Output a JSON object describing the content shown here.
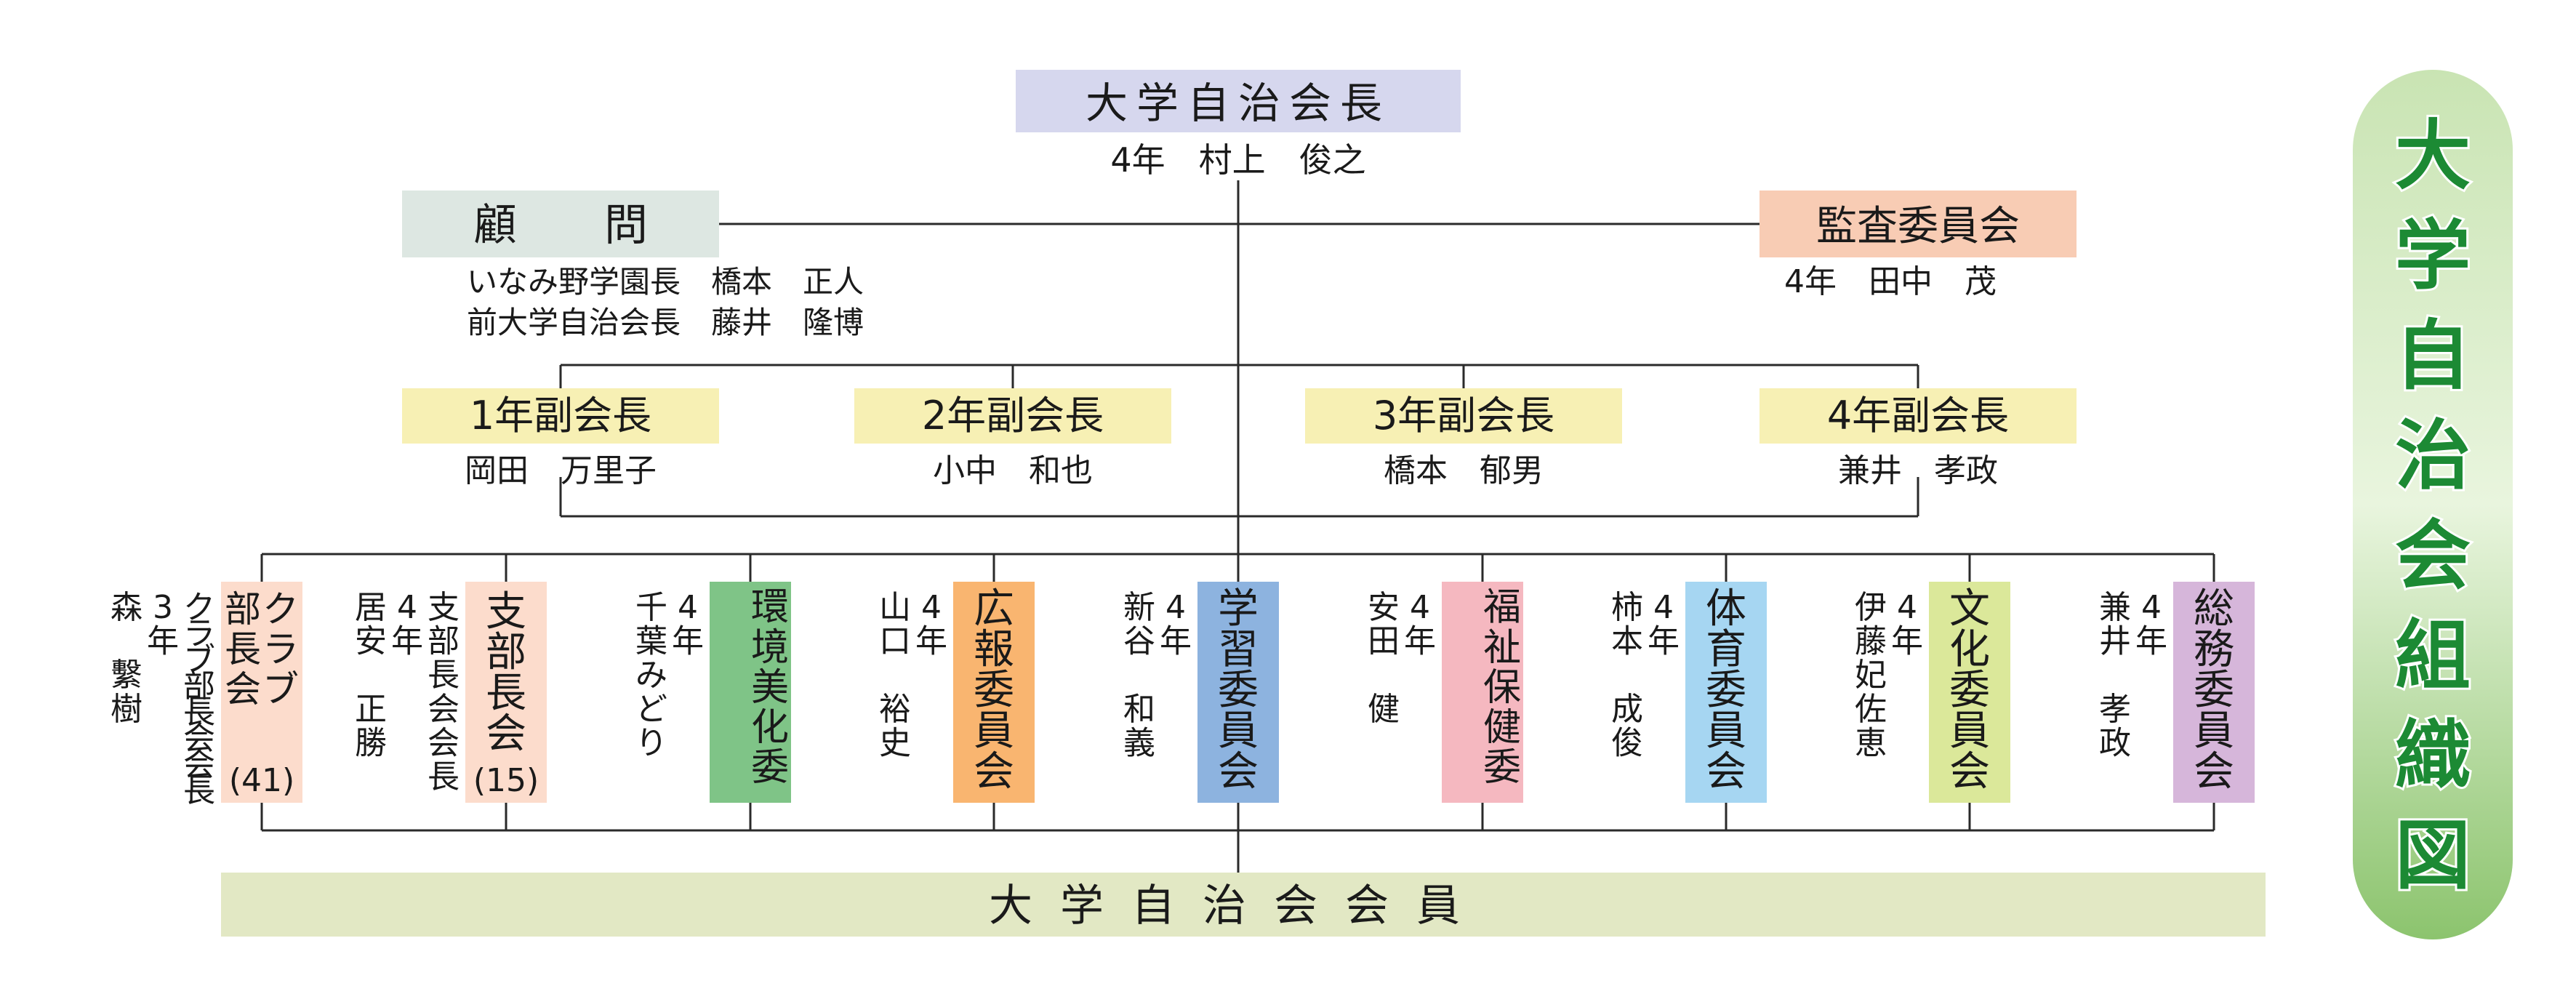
{
  "title": {
    "text": "大学自治会組織図",
    "colors": {
      "fill_top": "#c9e4b3",
      "fill_mid": "#e9f5de",
      "fill_bottom": "#8cc46e",
      "text": "#1c8a34",
      "border": "#ffffff"
    }
  },
  "president": {
    "label": "大学自治会長",
    "member": "4年　村上　俊之",
    "color": "#d6d7ee"
  },
  "advisor": {
    "label": "顧　　問",
    "members": [
      "いなみ野学園長　橋本　正人",
      "前大学自治会長　藤井　隆博"
    ],
    "color": "#dde7e2"
  },
  "audit": {
    "label": "監査委員会",
    "member": "4年　田中　茂",
    "color": "#f8ccb4"
  },
  "vice_presidents": [
    {
      "label": "1年副会長",
      "member": "岡田　万里子"
    },
    {
      "label": "2年副会長",
      "member": "小中　和也"
    },
    {
      "label": "3年副会長",
      "member": "橋本　郁男"
    },
    {
      "label": "4年副会長",
      "member": "兼井　孝政"
    }
  ],
  "vice_color": "#f7f0b4",
  "committees": [
    {
      "label": "クラブ部長会(41)",
      "chairs": [
        "クラブ部長会会長",
        "3年",
        "森　繫樹"
      ],
      "color": "#fcdccc"
    },
    {
      "label": "支部長会(15)",
      "chairs": [
        "支部長会会長",
        "4年",
        "居安　正勝"
      ],
      "color": "#fcdccc"
    },
    {
      "label": "環境美化委員会",
      "chairs": [
        "4年",
        "千葉みどり"
      ],
      "color": "#7fc487"
    },
    {
      "label": "広報委員会",
      "chairs": [
        "4年",
        "山口　裕史"
      ],
      "color": "#f9b570"
    },
    {
      "label": "学習委員会",
      "chairs": [
        "4年",
        "新谷　和義"
      ],
      "color": "#8db3df"
    },
    {
      "label": "福祉保健委員会",
      "chairs": [
        "4年",
        "安田　健"
      ],
      "color": "#f5b8c0"
    },
    {
      "label": "体育委員会",
      "chairs": [
        "4年",
        "柿本　成俊"
      ],
      "color": "#a6d6f2"
    },
    {
      "label": "文化委員会",
      "chairs": [
        "4年",
        "伊藤妃佐恵"
      ],
      "color": "#dbe89a"
    },
    {
      "label": "総務委員会",
      "chairs": [
        "4年",
        "兼井　孝政"
      ],
      "color": "#d6b6da"
    }
  ],
  "members": {
    "label": "大学自治会会員",
    "color": "#e2e8c4"
  },
  "line_color": "#2a2a2a"
}
